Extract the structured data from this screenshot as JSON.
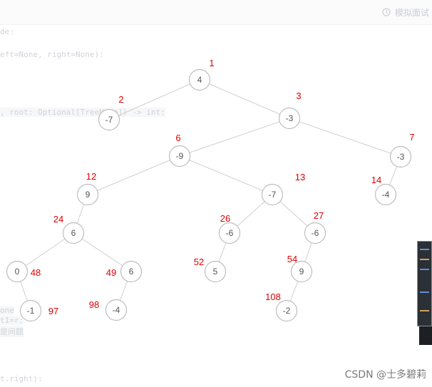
{
  "top_bar": {
    "action_label": "模拟面试"
  },
  "code_lines": [
    {
      "text": "de:",
      "hl": false
    },
    {
      "text": "eft=None, right=None):",
      "hl": false
    },
    {
      "text": ", root: Optional[TreeNode]) -> int:",
      "hl": true
    },
    {
      "text": "one",
      "hl": true
    },
    {
      "text": "t1=r:",
      "hl": true
    },
    {
      "text": "是间题",
      "hl": true
    },
    {
      "text": "t.right):",
      "hl": false
    }
  ],
  "tree": {
    "nodes": [
      {
        "id": "n1",
        "value": "4",
        "index": "1"
      },
      {
        "id": "n2",
        "value": "-7",
        "index": "2"
      },
      {
        "id": "n3",
        "value": "-3",
        "index": "3"
      },
      {
        "id": "n6",
        "value": "-9",
        "index": "6"
      },
      {
        "id": "n7",
        "value": "-3",
        "index": "7"
      },
      {
        "id": "n12",
        "value": "9",
        "index": "12"
      },
      {
        "id": "n13",
        "value": "-7",
        "index": "13"
      },
      {
        "id": "n14",
        "value": "-4",
        "index": "14"
      },
      {
        "id": "n24",
        "value": "6",
        "index": "24"
      },
      {
        "id": "n26",
        "value": "-6",
        "index": "26"
      },
      {
        "id": "n27",
        "value": "-6",
        "index": "27"
      },
      {
        "id": "n48",
        "value": "0",
        "index": "48"
      },
      {
        "id": "n49",
        "value": "6",
        "index": "49"
      },
      {
        "id": "n52",
        "value": "5",
        "index": "52"
      },
      {
        "id": "n54",
        "value": "9",
        "index": "54"
      },
      {
        "id": "n97",
        "value": "-1",
        "index": "97"
      },
      {
        "id": "n98",
        "value": "-4",
        "index": "98"
      },
      {
        "id": "n108",
        "value": "-2",
        "index": "108"
      }
    ],
    "edges": [
      [
        "n1",
        "n2"
      ],
      [
        "n1",
        "n3"
      ],
      [
        "n3",
        "n6"
      ],
      [
        "n3",
        "n7"
      ],
      [
        "n6",
        "n12"
      ],
      [
        "n6",
        "n13"
      ],
      [
        "n7",
        "n14"
      ],
      [
        "n12",
        "n24"
      ],
      [
        "n13",
        "n26"
      ],
      [
        "n13",
        "n27"
      ],
      [
        "n24",
        "n48"
      ],
      [
        "n24",
        "n49"
      ],
      [
        "n26",
        "n52"
      ],
      [
        "n27",
        "n54"
      ],
      [
        "n48",
        "n97"
      ],
      [
        "n49",
        "n98"
      ],
      [
        "n54",
        "n108"
      ]
    ]
  },
  "watermark": "CSDN @士多碧莉",
  "colors": {
    "index_label": "#e00000",
    "node_stroke": "#bdbdbd",
    "edge": "#cfcfcf"
  }
}
